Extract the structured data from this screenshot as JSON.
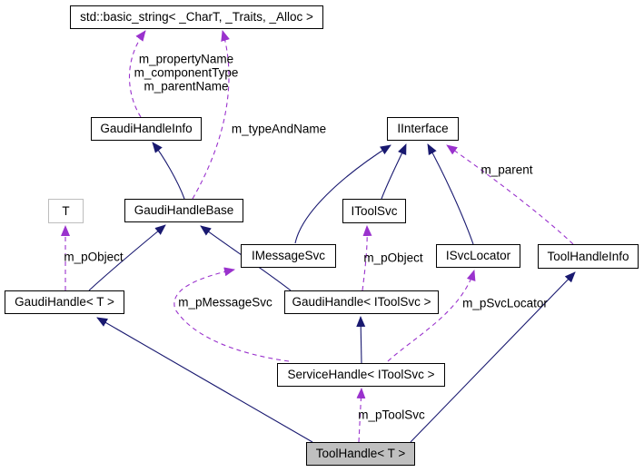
{
  "diagram_type": "collaboration-graph",
  "nodes": {
    "basic_string": {
      "label": "std::basic_string< _CharT, _Traits, _Alloc >"
    },
    "gaudi_handle_info": {
      "label": "GaudiHandleInfo"
    },
    "i_interface": {
      "label": "IInterface"
    },
    "t": {
      "label": "T"
    },
    "gaudi_handle_base": {
      "label": "GaudiHandleBase"
    },
    "i_tool_svc": {
      "label": "IToolSvc"
    },
    "i_message_svc": {
      "label": "IMessageSvc"
    },
    "i_svc_locator": {
      "label": "ISvcLocator"
    },
    "tool_handle_info": {
      "label": "ToolHandleInfo"
    },
    "gaudi_handle_t": {
      "label": "GaudiHandle< T >"
    },
    "gaudi_handle_itoolsvc": {
      "label": "GaudiHandle< IToolSvc >"
    },
    "service_handle_itoolsvc": {
      "label": "ServiceHandle< IToolSvc >"
    },
    "tool_handle_t": {
      "label": "ToolHandle< T >"
    }
  },
  "edge_labels": {
    "members": [
      "m_propertyName",
      "m_componentType",
      "m_parentName"
    ],
    "type_and_name": "m_typeAndName",
    "parent": "m_parent",
    "p_object_t": "m_pObject",
    "p_object_itoolsvc": "m_pObject",
    "p_message_svc": "m_pMessageSvc",
    "p_svc_locator": "m_pSvcLocator",
    "p_tool_svc": "m_pToolSvc"
  },
  "edges": [
    {
      "from": "GaudiHandleBase",
      "to": "GaudiHandleInfo",
      "type": "inheritance"
    },
    {
      "from": "GaudiHandle< T >",
      "to": "GaudiHandleBase",
      "type": "inheritance"
    },
    {
      "from": "GaudiHandle< IToolSvc >",
      "to": "GaudiHandleBase",
      "type": "inheritance"
    },
    {
      "from": "IMessageSvc",
      "to": "IInterface",
      "type": "inheritance"
    },
    {
      "from": "IToolSvc",
      "to": "IInterface",
      "type": "inheritance"
    },
    {
      "from": "ISvcLocator",
      "to": "IInterface",
      "type": "inheritance"
    },
    {
      "from": "ServiceHandle< IToolSvc >",
      "to": "GaudiHandle< IToolSvc >",
      "type": "inheritance"
    },
    {
      "from": "ToolHandle< T >",
      "to": "GaudiHandle< T >",
      "type": "inheritance"
    },
    {
      "from": "ToolHandle< T >",
      "to": "ToolHandleInfo",
      "type": "inheritance"
    },
    {
      "from": "GaudiHandleInfo",
      "to": "std::basic_string< _CharT, _Traits, _Alloc >",
      "type": "usage",
      "label": "m_propertyName m_componentType m_parentName"
    },
    {
      "from": "GaudiHandleBase",
      "to": "std::basic_string< _CharT, _Traits, _Alloc >",
      "type": "usage",
      "label": "m_typeAndName"
    },
    {
      "from": "GaudiHandle< T >",
      "to": "T",
      "type": "usage",
      "label": "m_pObject"
    },
    {
      "from": "GaudiHandle< IToolSvc >",
      "to": "IToolSvc",
      "type": "usage",
      "label": "m_pObject"
    },
    {
      "from": "ServiceHandle< IToolSvc >",
      "to": "IMessageSvc",
      "type": "usage",
      "label": "m_pMessageSvc"
    },
    {
      "from": "ServiceHandle< IToolSvc >",
      "to": "ISvcLocator",
      "type": "usage",
      "label": "m_pSvcLocator"
    },
    {
      "from": "ToolHandleInfo",
      "to": "IInterface",
      "type": "usage",
      "label": "m_parent"
    },
    {
      "from": "ToolHandle< T >",
      "to": "ServiceHandle< IToolSvc >",
      "type": "usage",
      "label": "m_pToolSvc"
    }
  ],
  "colors": {
    "inheritance_edge": "#191970",
    "usage_edge": "#9a32cd",
    "node_border": "#000000",
    "node_fill": "#ffffff",
    "focus_node_fill": "#bfbfbf",
    "external_node_border": "#bdbdbd",
    "background": "#ffffff"
  }
}
